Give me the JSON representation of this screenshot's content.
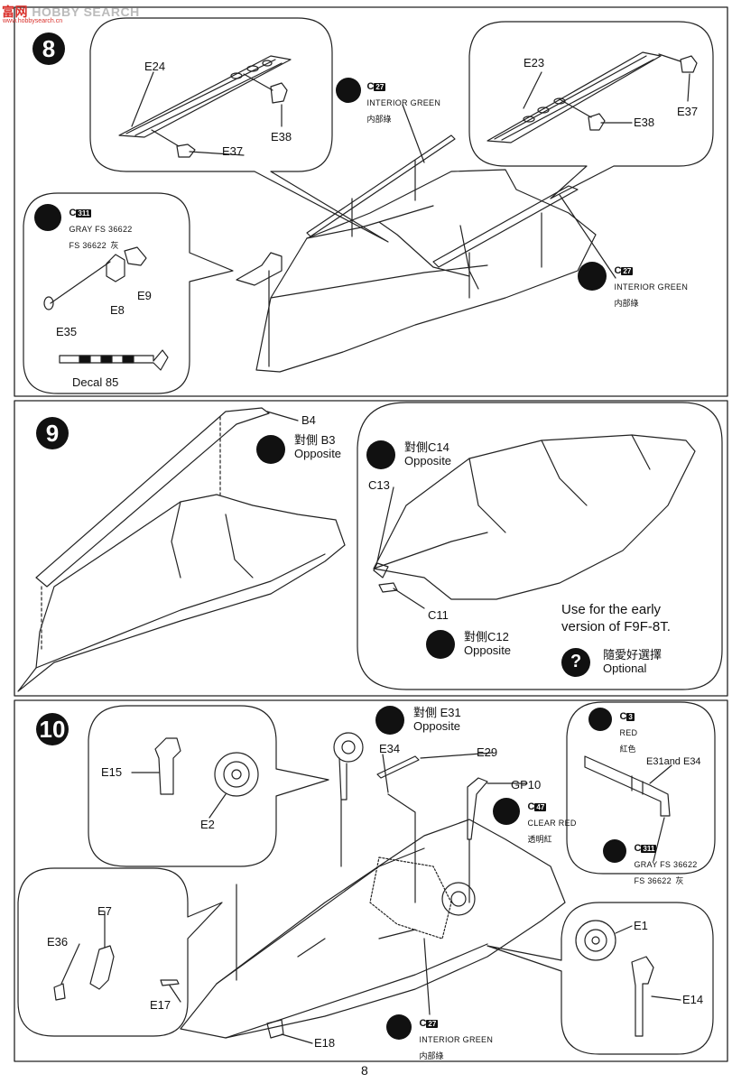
{
  "watermark": {
    "cn": "富网",
    "en": "HOBBY SEARCH",
    "url": "www.hobbysearch.cn"
  },
  "page_number": "8",
  "steps": [
    "8",
    "9",
    "10"
  ],
  "colors": {
    "c27": {
      "letter": "C",
      "code": "27",
      "name": "INTERIOR GREEN",
      "cn": "内部綠"
    },
    "c311": {
      "letter": "C",
      "code": "311",
      "name": "GRAY FS 36622",
      "alt": "FS 36622",
      "cn": "灰"
    },
    "c3": {
      "letter": "C",
      "code": "3",
      "name": "RED",
      "cn": "紅色"
    },
    "c47": {
      "letter": "C",
      "code": "47",
      "name": "CLEAR RED",
      "cn": "透明紅"
    }
  },
  "opposite": {
    "cn": "對側",
    "en": "Opposite"
  },
  "optional": {
    "cn": "隨愛好選擇",
    "en": "Optional"
  },
  "note": {
    "line1": "Use for the early",
    "line2": "version of F9F-8T."
  },
  "parts": {
    "e24": "E24",
    "e37": "E37",
    "e38": "E38",
    "e23": "E23",
    "e35": "E35",
    "e8": "E8",
    "e9": "E9",
    "decal": "Decal 85",
    "b4": "B4",
    "b3": "B3",
    "c14": "C14",
    "c13": "C13",
    "c11": "C11",
    "c12": "C12",
    "e31": "E31",
    "e34": "E34",
    "e29": "E29",
    "gp10": "GP10",
    "e15": "E15",
    "e2": "E2",
    "e31_e34": "E31and E34",
    "e7": "E7",
    "e36": "E36",
    "e17": "E17",
    "e18": "E18",
    "e1": "E1",
    "e14": "E14"
  }
}
